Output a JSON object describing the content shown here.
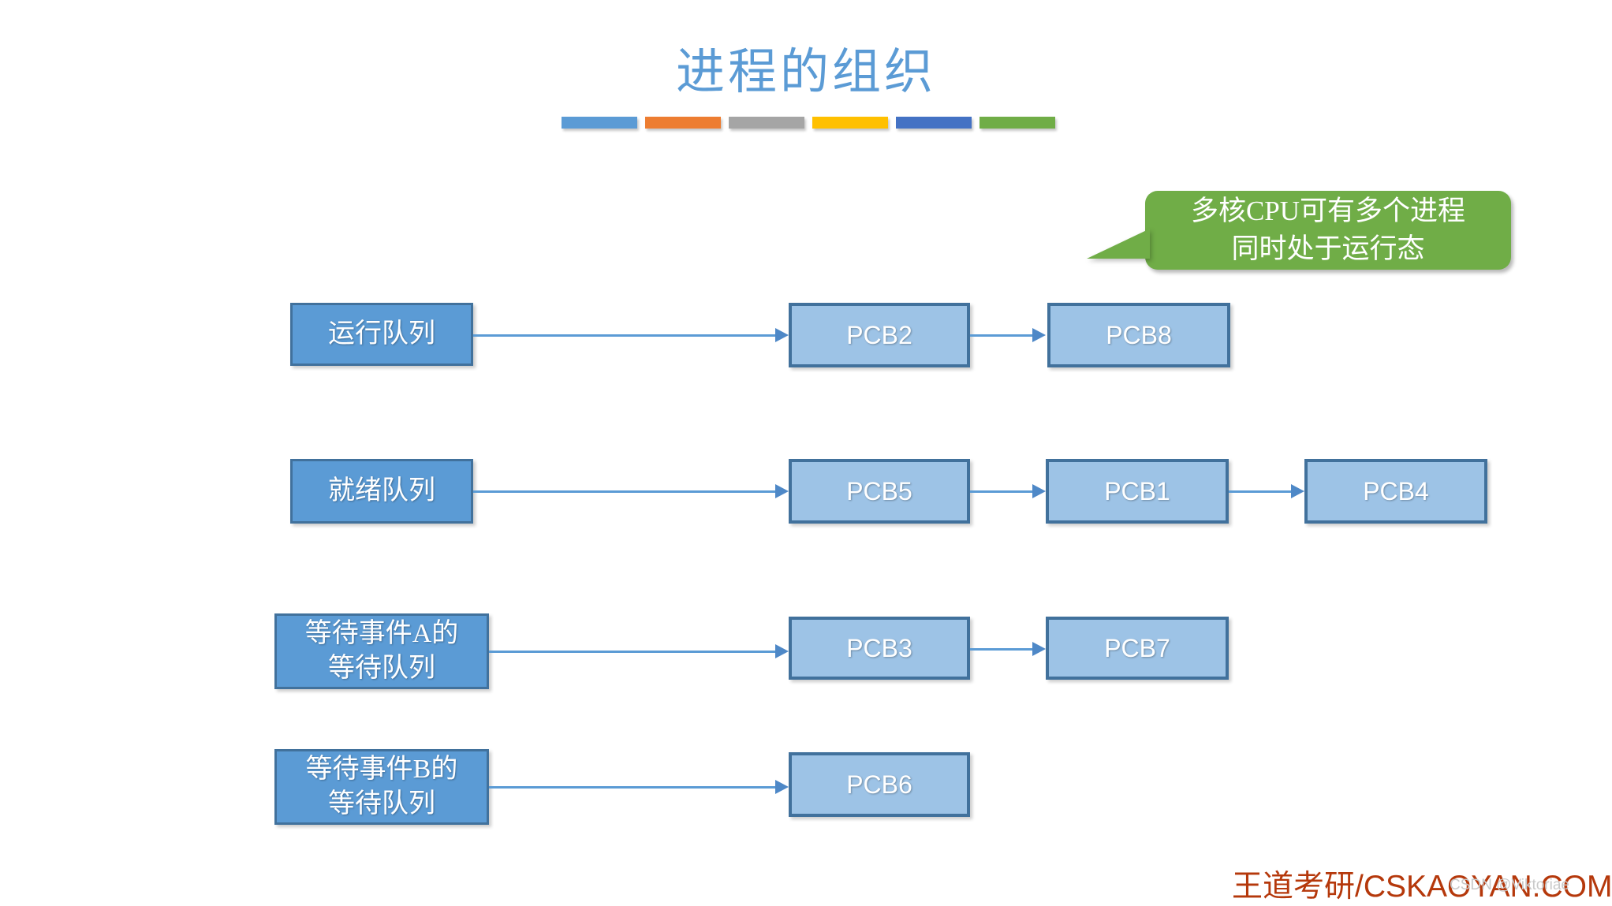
{
  "slide": {
    "title": "进程的组织",
    "title_color": "#5B9BD5",
    "background": "#FFFFFF"
  },
  "color_bars": [
    {
      "name": "bar-blue",
      "color": "#5B9BD5"
    },
    {
      "name": "bar-orange",
      "color": "#ED7D31"
    },
    {
      "name": "bar-gray",
      "color": "#A5A5A5"
    },
    {
      "name": "bar-yellow",
      "color": "#FFC000"
    },
    {
      "name": "bar-navy",
      "color": "#4472C4"
    },
    {
      "name": "bar-green",
      "color": "#70AD47"
    }
  ],
  "callout": {
    "line1": "多核CPU可有多个进程",
    "line2": "同时处于运行态",
    "fill_color": "#70AD47",
    "text_color": "#FFFFFF"
  },
  "diagram": {
    "queue_fill": "#5B9BD5",
    "pcb_fill": "#9DC3E6",
    "border_color": "#41719C",
    "arrow_color": "#5B9BD5",
    "rows": [
      {
        "queue_label_line1": "运行队列",
        "queue_label_line2": "",
        "pcbs": [
          "PCB2",
          "PCB8"
        ]
      },
      {
        "queue_label_line1": "就绪队列",
        "queue_label_line2": "",
        "pcbs": [
          "PCB5",
          "PCB1",
          "PCB4"
        ]
      },
      {
        "queue_label_line1": "等待事件A的",
        "queue_label_line2": "等待队列",
        "pcbs": [
          "PCB3",
          "PCB7"
        ]
      },
      {
        "queue_label_line1": "等待事件B的",
        "queue_label_line2": "等待队列",
        "pcbs": [
          "PCB6"
        ]
      }
    ]
  },
  "watermarks": {
    "brand": "王道考研/CSKAOYAN.COM",
    "brand_color": "#B5380B",
    "csdn": "CSDN @Viktoriae"
  }
}
